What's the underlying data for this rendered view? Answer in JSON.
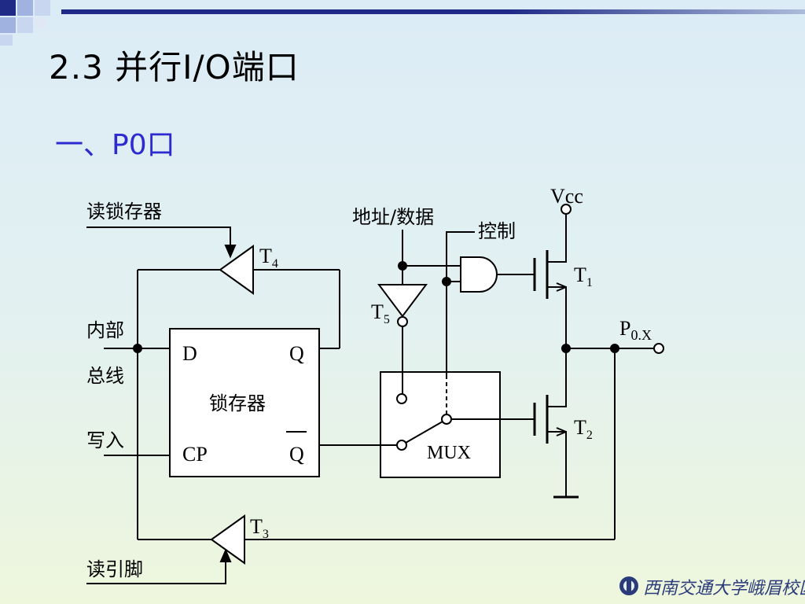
{
  "title": "2.3 并行I/O端口",
  "subtitle": "一、P0口",
  "diagram": {
    "labels": {
      "read_latch": "读锁存器",
      "internal_bus_1": "内部",
      "internal_bus_2": "总线",
      "write_in": "写入",
      "read_pin": "读引脚",
      "addr_data": "地址/数据",
      "control": "控制",
      "vcc": "Vcc",
      "latch_d": "D",
      "latch_q": "Q",
      "latch_cp": "CP",
      "latch_qbar": "Q",
      "latch_name": "锁存器",
      "mux": "MUX",
      "t1": "T",
      "t1_sub": "1",
      "t2": "T",
      "t2_sub": "2",
      "t3": "T",
      "t3_sub": "3",
      "t4": "T",
      "t4_sub": "4",
      "t5": "T",
      "t5_sub": "5",
      "p0x": "P",
      "p0x_sub": "0.X"
    }
  },
  "logo": {
    "text": "西南交通大学峨眉校区"
  },
  "colors": {
    "title": "#000000",
    "subtitle": "#2d2bd0",
    "wire": "#000000",
    "accent": "#1e2a86"
  }
}
